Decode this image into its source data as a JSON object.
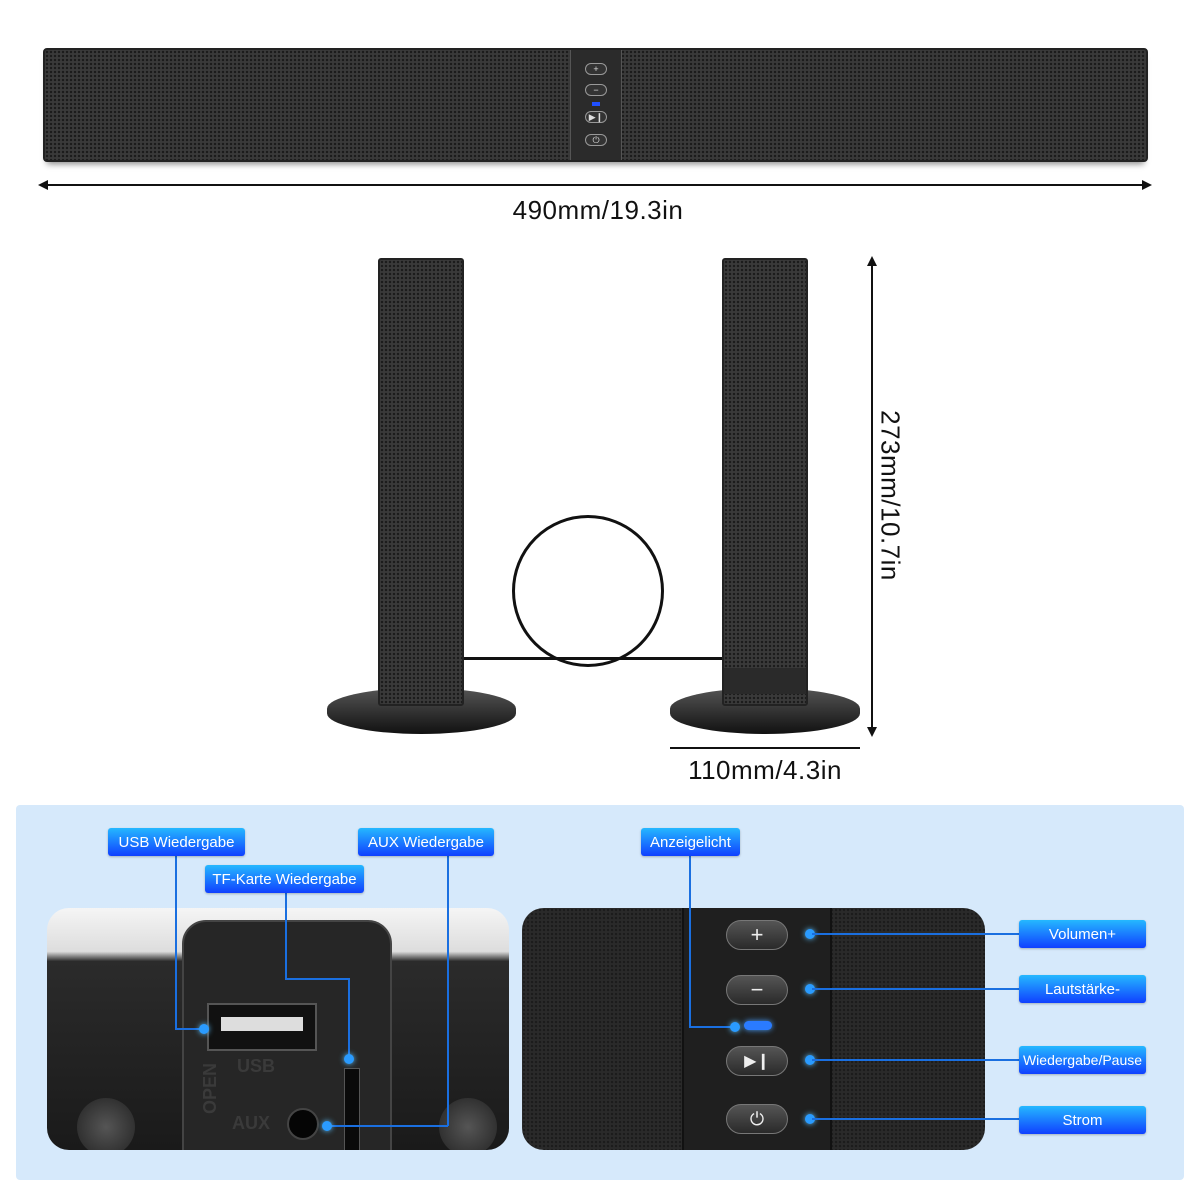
{
  "dimensions": {
    "soundbar_width": "490mm/19.3in",
    "tower_height": "273mm/10.7in",
    "base_width": "110mm/4.3in"
  },
  "device_markings": {
    "usb": "USB",
    "aux": "AUX",
    "open": "OPEN"
  },
  "callouts": {
    "usb": "USB Wiedergabe",
    "tf": "TF-Karte Wiedergabe",
    "aux": "AUX Wiedergabe",
    "indicator": "Anzeigelicht",
    "volume_up": "Volumen+",
    "volume_down": "Lautstärke-",
    "play_pause": "Wiedergabe/Pause",
    "power": "Strom"
  },
  "buttons": {
    "plus": "+",
    "minus": "−",
    "play": "▶❙",
    "power": "⏻"
  },
  "colors": {
    "panel_bg": "#d6e9fb",
    "label_top": "#25b8ff",
    "label_bottom": "#1040ff",
    "speaker": "#3a3a3a"
  }
}
